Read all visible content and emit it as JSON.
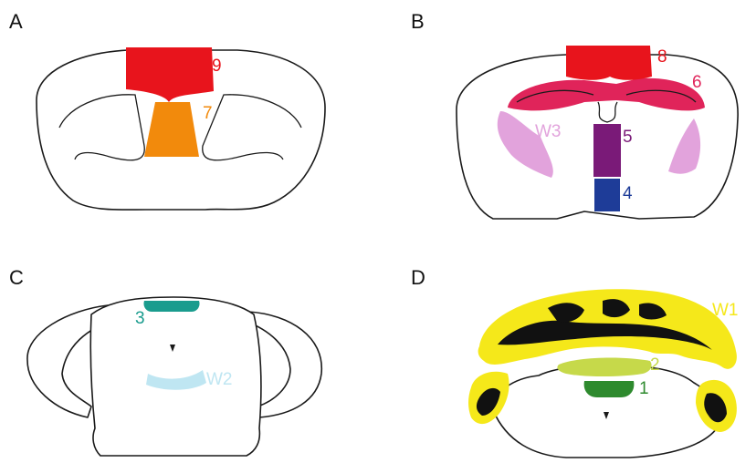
{
  "panels": [
    {
      "letter": "A"
    },
    {
      "letter": "B"
    },
    {
      "letter": "C"
    },
    {
      "letter": "D"
    }
  ],
  "regions": {
    "r9": {
      "label": "9",
      "color": "#e8141c"
    },
    "r7": {
      "label": "7",
      "color": "#f28a0c"
    },
    "r8": {
      "label": "8",
      "color": "#e8141c"
    },
    "r6": {
      "label": "6",
      "color": "#e0245a"
    },
    "r5": {
      "label": "5",
      "color": "#7a1a78"
    },
    "r4": {
      "label": "4",
      "color": "#1e3c98"
    },
    "rW3": {
      "label": "W3",
      "color": "#e2a3dc"
    },
    "r3": {
      "label": "3",
      "color": "#1a9c8e"
    },
    "rW2": {
      "label": "W2",
      "color": "#bfe6f2"
    },
    "rW1": {
      "label": "W1",
      "color": "#f5e81a"
    },
    "r2": {
      "label": "2",
      "color": "#c6d94a"
    },
    "r1": {
      "label": "1",
      "color": "#2e8a2e"
    }
  }
}
